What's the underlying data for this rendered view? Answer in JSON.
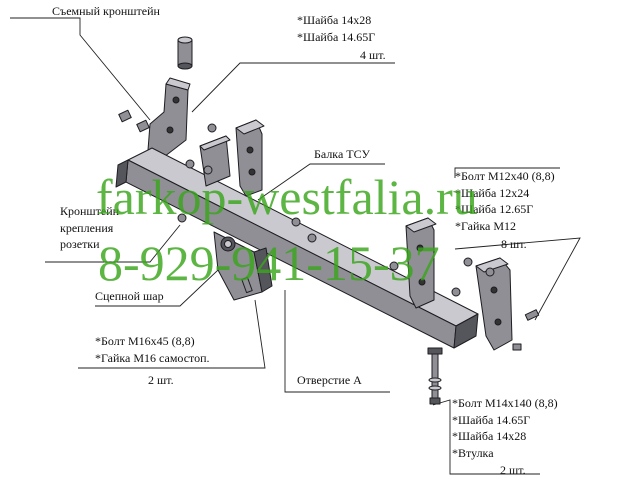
{
  "labels": {
    "bracket_removable": "Съемный кронштейн",
    "washers_top": [
      "*Шайба 14х28",
      "*Шайба 14.65Г"
    ],
    "washers_top_qty": "4 шт.",
    "beam": "Балка ТСУ",
    "bolt_m12": [
      "*Болт М12х40 (8,8)",
      "*Шайба 12х24",
      "*Шайба 12.65Г",
      "*Гайка М12"
    ],
    "bolt_m12_qty": "8 шт.",
    "socket_bracket": [
      "Кронштейн",
      "крепления",
      "розетки"
    ],
    "tow_ball": "Сцепной шар",
    "bolt_m16": [
      "*Болт М16х45 (8,8)",
      "*Гайка М16 самостоп."
    ],
    "bolt_m16_qty": "2 шт.",
    "hole_a": "Отверстие А",
    "bolt_m14": [
      "*Болт М14х140 (8,8)",
      "*Шайба 14.65Г",
      "*Шайба 14х28",
      "*Втулка"
    ],
    "bolt_m14_qty": "2 шт."
  },
  "watermark": {
    "site": "farkop-westfalia.ru",
    "phone": "8-929-941-15-37",
    "color": "#3aa61c"
  },
  "colors": {
    "part_fill": "#8f8f95",
    "part_dark": "#55555c",
    "part_light": "#c9c9cf",
    "line": "#222222"
  }
}
